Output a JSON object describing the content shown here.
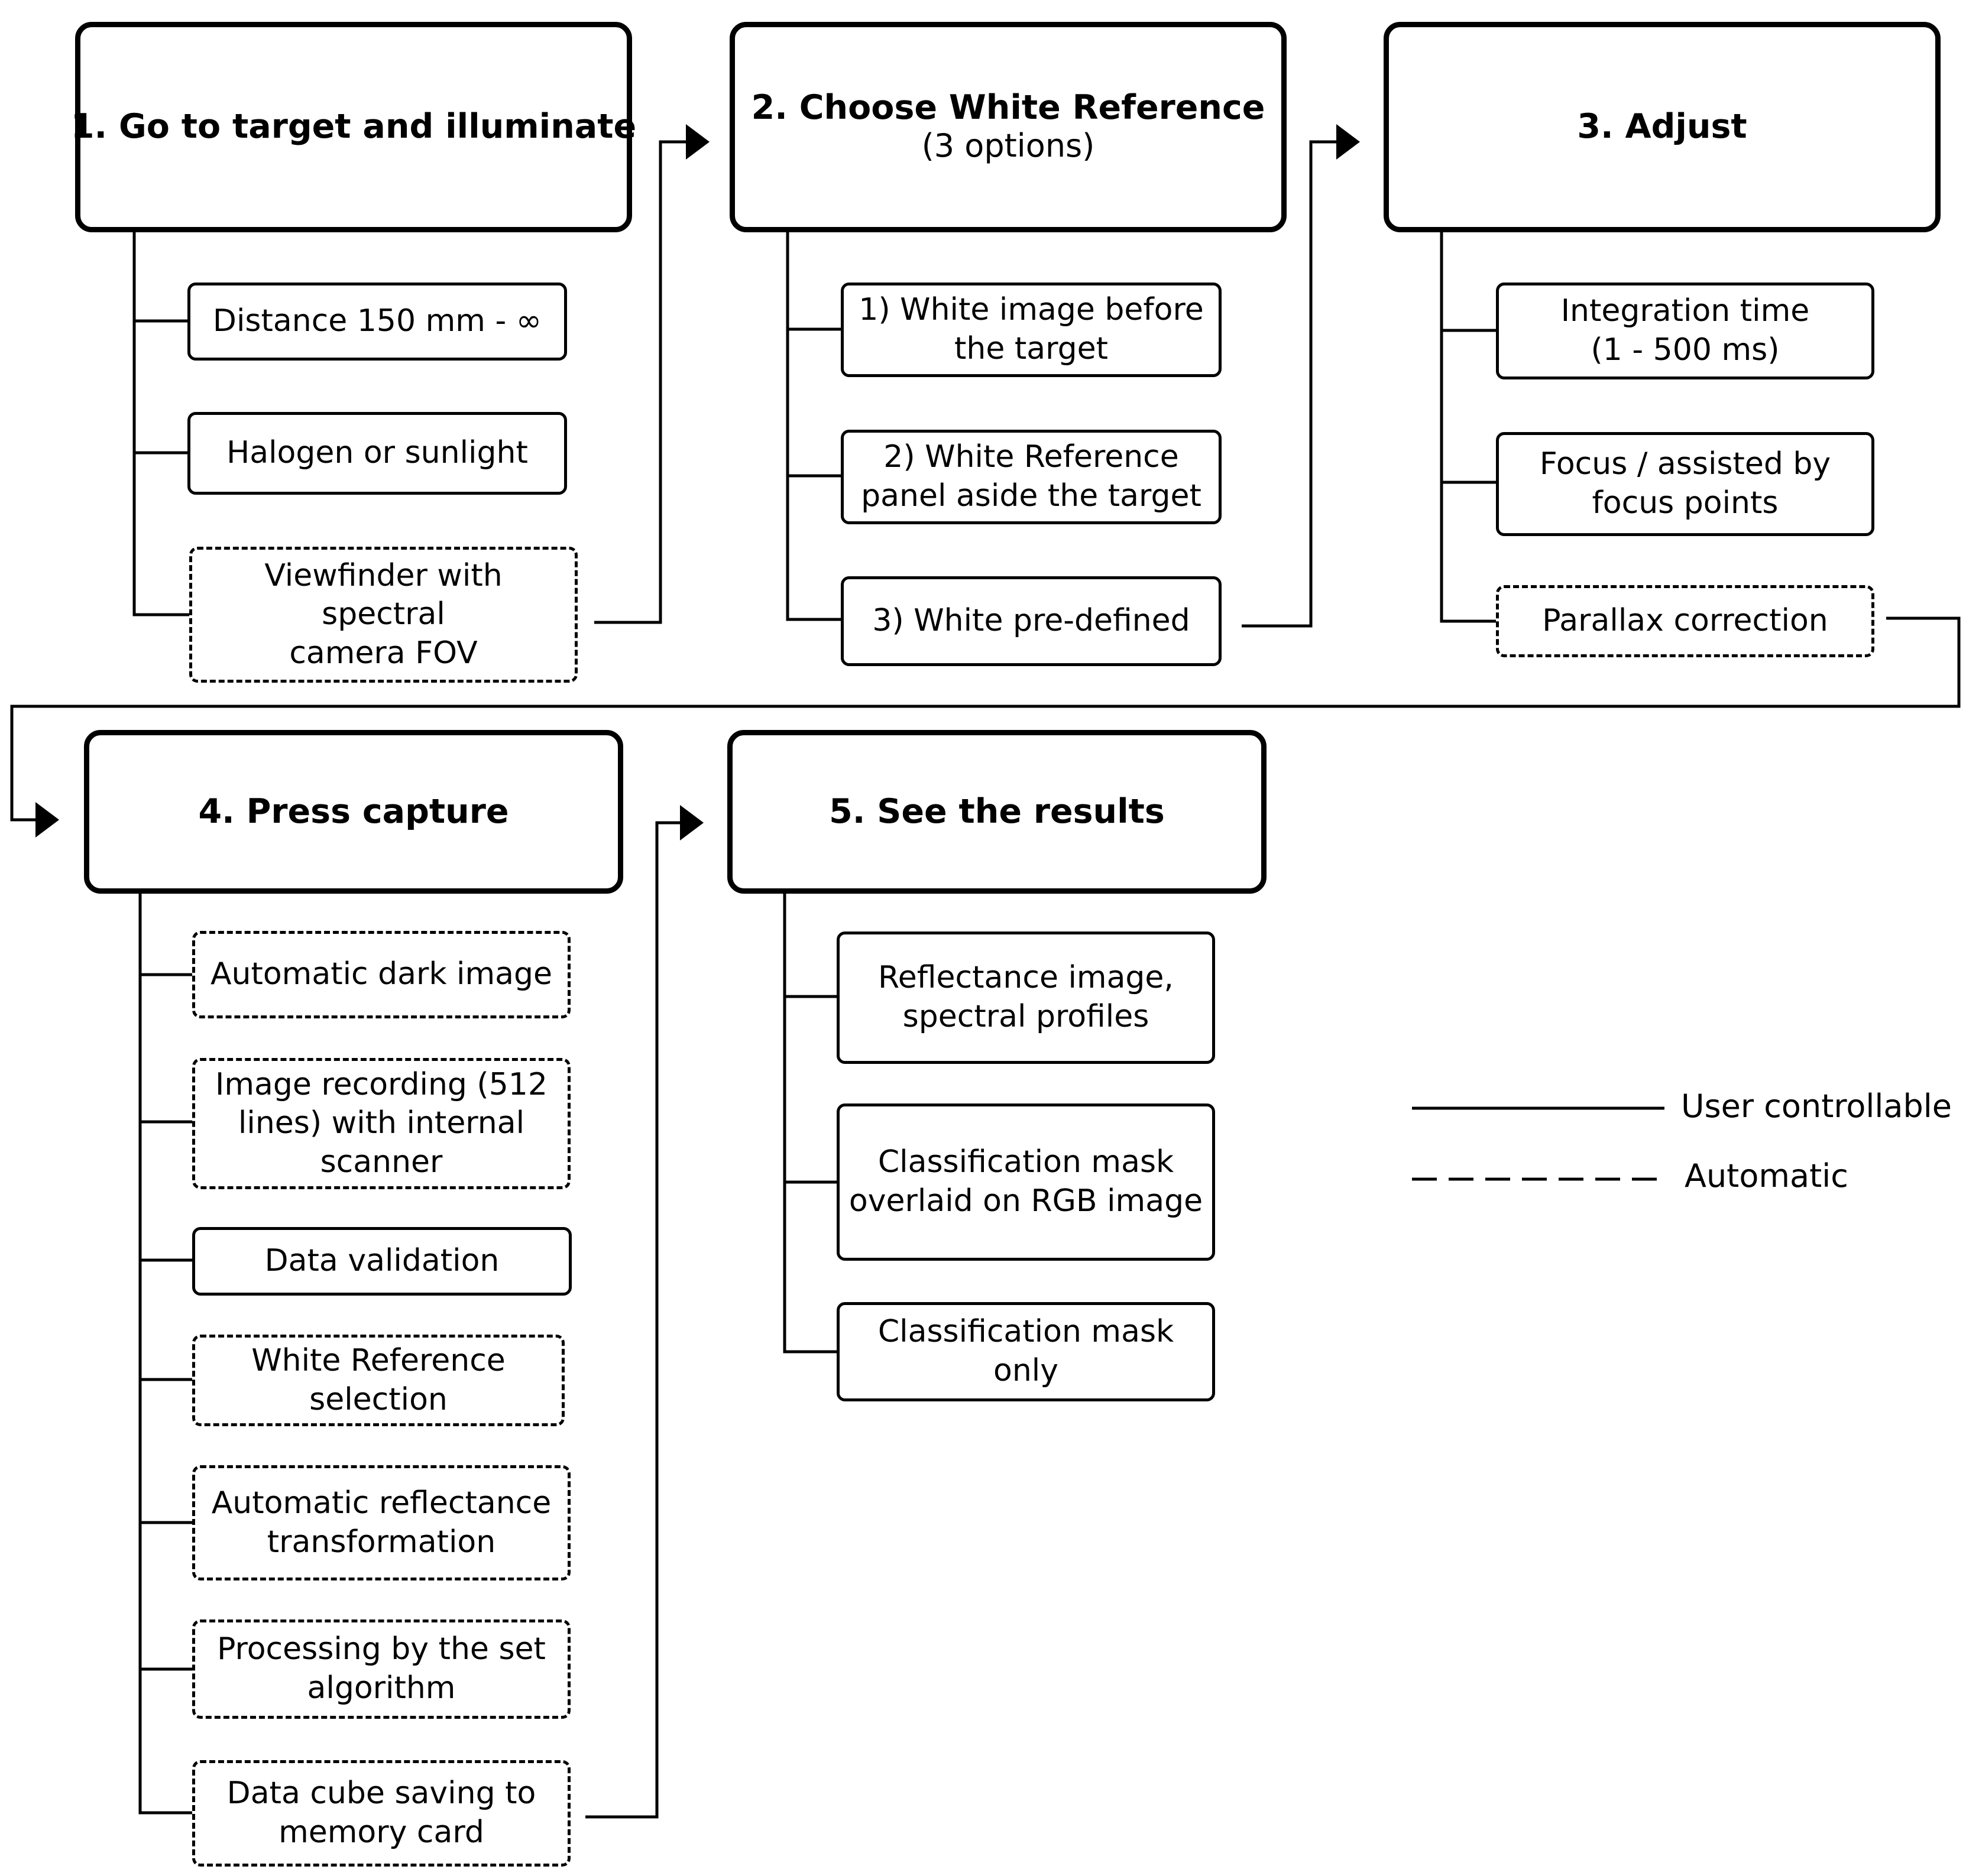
{
  "steps": [
    {
      "title": "1. Go to target and illuminate",
      "subtitle": ""
    },
    {
      "title": "2. Choose White Reference",
      "subtitle": "(3 options)"
    },
    {
      "title": "3. Adjust",
      "subtitle": ""
    },
    {
      "title": "4. Press capture",
      "subtitle": ""
    },
    {
      "title": "5. See the results",
      "subtitle": ""
    }
  ],
  "step1_items": [
    {
      "label": "Distance 150 mm - ∞",
      "mode": "user"
    },
    {
      "label": "Halogen or sunlight",
      "mode": "user"
    },
    {
      "label": "Viewfinder with spectral\ncamera FOV",
      "mode": "automatic"
    }
  ],
  "step2_items": [
    {
      "label": "1) White image before\nthe target",
      "mode": "user"
    },
    {
      "label": "2) White Reference\npanel aside the target",
      "mode": "user"
    },
    {
      "label": "3) White pre-defined",
      "mode": "user"
    }
  ],
  "step3_items": [
    {
      "label": "Integration time\n(1 - 500 ms)",
      "mode": "user"
    },
    {
      "label": "Focus / assisted by\nfocus points",
      "mode": "user"
    },
    {
      "label": "Parallax correction",
      "mode": "automatic"
    }
  ],
  "step4_items": [
    {
      "label": "Automatic dark image",
      "mode": "automatic"
    },
    {
      "label": "Image recording (512\nlines) with internal\nscanner",
      "mode": "automatic"
    },
    {
      "label": "Data validation",
      "mode": "user"
    },
    {
      "label": "White Reference\nselection",
      "mode": "automatic"
    },
    {
      "label": "Automatic reflectance\ntransformation",
      "mode": "automatic"
    },
    {
      "label": "Processing by the set\nalgorithm",
      "mode": "automatic"
    },
    {
      "label": "Data cube saving to\nmemory card",
      "mode": "automatic"
    }
  ],
  "step5_items": [
    {
      "label": "Reflectance image,\nspectral profiles",
      "mode": "user"
    },
    {
      "label": "Classification mask\noverlaid on RGB image",
      "mode": "user"
    },
    {
      "label": "Classification mask only",
      "mode": "user"
    }
  ],
  "legend": {
    "user": "User controllable",
    "automatic": "Automatic"
  }
}
